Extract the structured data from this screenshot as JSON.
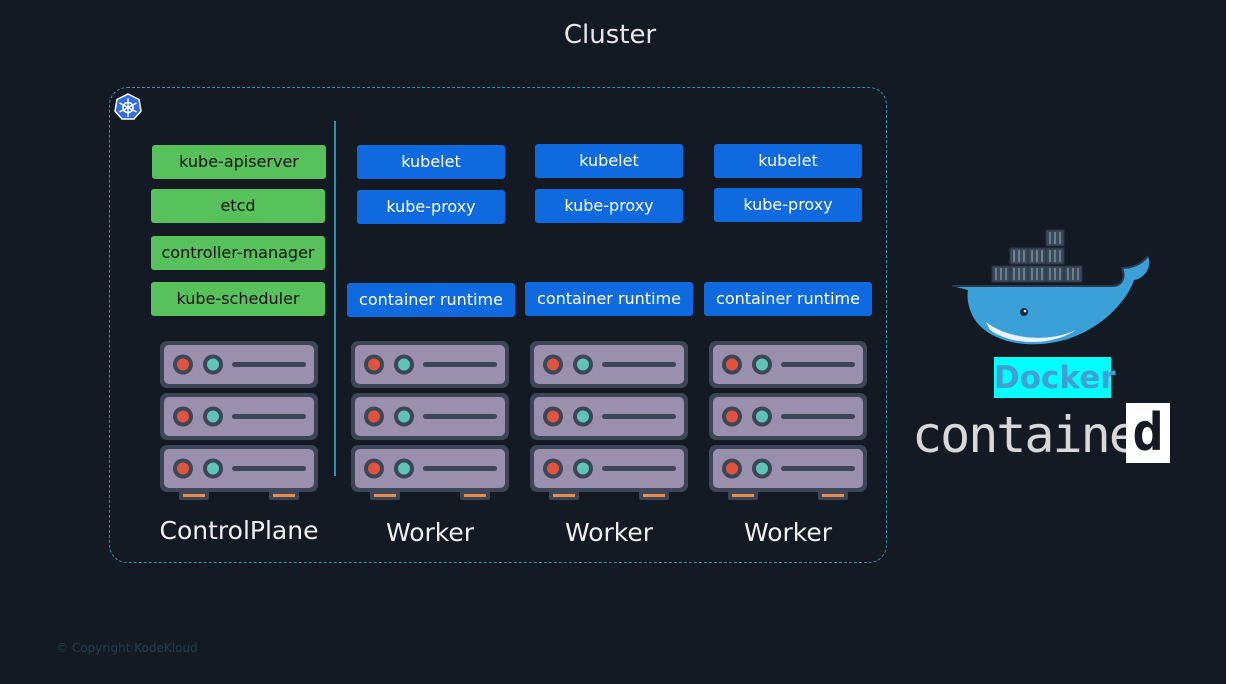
{
  "title": "Cluster",
  "control_plane": {
    "label": "ControlPlane",
    "components": [
      "kube-apiserver",
      "etcd",
      "controller-manager",
      "kube-scheduler"
    ]
  },
  "workers": [
    {
      "label": "Worker",
      "kubelet": "kubelet",
      "proxy": "kube-proxy",
      "runtime": "container runtime"
    },
    {
      "label": "Worker",
      "kubelet": "kubelet",
      "proxy": "kube-proxy",
      "runtime": "container runtime"
    },
    {
      "label": "Worker",
      "kubelet": "kubelet",
      "proxy": "kube-proxy",
      "runtime": "container runtime"
    }
  ],
  "runtimes": {
    "docker": "Docker",
    "containerd": "container",
    "containerd_box": "d"
  },
  "copyright": "© Copyright KodeKloud",
  "colors": {
    "background": "#141a24",
    "control_plane_component": "#57c25b",
    "worker_component": "#0f6ae0",
    "cluster_border": "#2e8fb0"
  },
  "icons": [
    "kubernetes-icon",
    "server-rack-icon",
    "docker-whale-icon",
    "containerd-logo"
  ]
}
